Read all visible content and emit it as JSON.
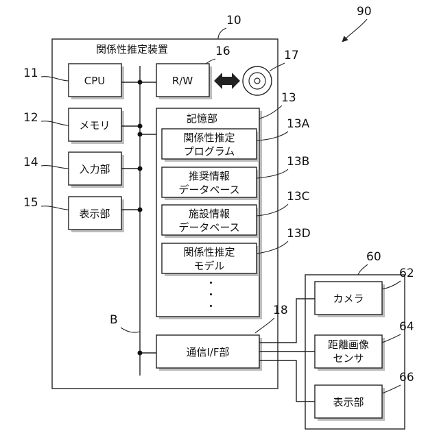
{
  "figure_number": "90",
  "device": {
    "ref": "10",
    "title": "関係性推定装置"
  },
  "cpu": {
    "ref": "11",
    "label": "CPU"
  },
  "memory": {
    "ref": "12",
    "label": "メモリ"
  },
  "input": {
    "ref": "14",
    "label": "入力部"
  },
  "display": {
    "ref": "15",
    "label": "表示部"
  },
  "rw": {
    "ref": "16",
    "label": "R/W"
  },
  "disc": {
    "ref": "17"
  },
  "storage": {
    "ref": "13",
    "title": "記憶部",
    "items": [
      {
        "ref": "13A",
        "line1": "関係性推定",
        "line2": "プログラム"
      },
      {
        "ref": "13B",
        "line1": "推奨情報",
        "line2": "データベース"
      },
      {
        "ref": "13C",
        "line1": "施設情報",
        "line2": "データベース"
      },
      {
        "ref": "13D",
        "line1": "関係性推定",
        "line2": "モデル"
      }
    ],
    "ellipsis": "・"
  },
  "bus": {
    "label": "B"
  },
  "comm": {
    "ref": "18",
    "label": "通信I/F部"
  },
  "external": {
    "ref": "60",
    "camera": {
      "ref": "62",
      "label": "カメラ"
    },
    "sensor": {
      "ref": "64",
      "line1": "距離画像",
      "line2": "センサ"
    },
    "display": {
      "ref": "66",
      "label": "表示部"
    }
  }
}
